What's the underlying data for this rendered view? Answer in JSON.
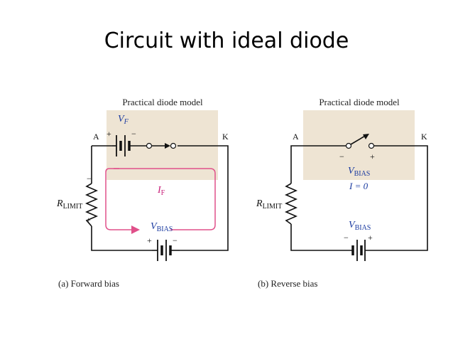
{
  "title": "Circuit with ideal diode",
  "colors": {
    "model_box": "#eee4d3",
    "current_loop": "#e0508a",
    "symbol_text": "#1a3aa0"
  },
  "forward": {
    "box_title": "Practical diode model",
    "vf_main": "V",
    "vf_sub": "F",
    "anode": "A",
    "cathode": "K",
    "plus": "+",
    "minus": "−",
    "if_main": "I",
    "if_sub": "F",
    "r_main": "R",
    "r_sub": "LIMIT",
    "vbias_main": "V",
    "vbias_sub": "BIAS",
    "caption": "(a) Forward bias"
  },
  "reverse": {
    "box_title": "Practical diode model",
    "anode": "A",
    "cathode": "K",
    "plus": "+",
    "minus": "−",
    "vbias_box_main": "V",
    "vbias_box_sub": "BIAS",
    "current": "I = 0",
    "r_main": "R",
    "r_sub": "LIMIT",
    "vbias_main": "V",
    "vbias_sub": "BIAS",
    "caption": "(b) Reverse bias"
  }
}
